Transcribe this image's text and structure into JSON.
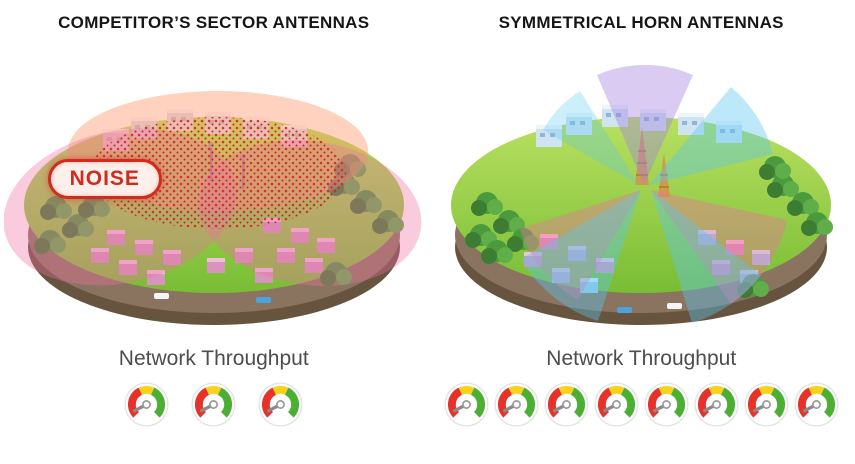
{
  "panels": [
    {
      "title": "COMPETITOR’S SECTOR ANTENNAS",
      "noise_label": "NOISE",
      "throughput_label": "Network Throughput",
      "gauge_count": 3
    },
    {
      "title": "SYMMETRICAL HORN ANTENNAS",
      "throughput_label": "Network Throughput",
      "gauge_count": 8
    }
  ],
  "colors": {
    "noise_red": "#cf2b1e",
    "gauge_red": "#e6332a",
    "gauge_yellow": "#f8d21c",
    "gauge_green": "#4cae32",
    "island_grass": "#8dc63f",
    "island_soil": "#8a7460",
    "sector_pink": "#ef6fa0",
    "sector_orange": "#ff9468",
    "sector_blue": "#5bc6f2",
    "sector_purple": "#a583e0"
  }
}
